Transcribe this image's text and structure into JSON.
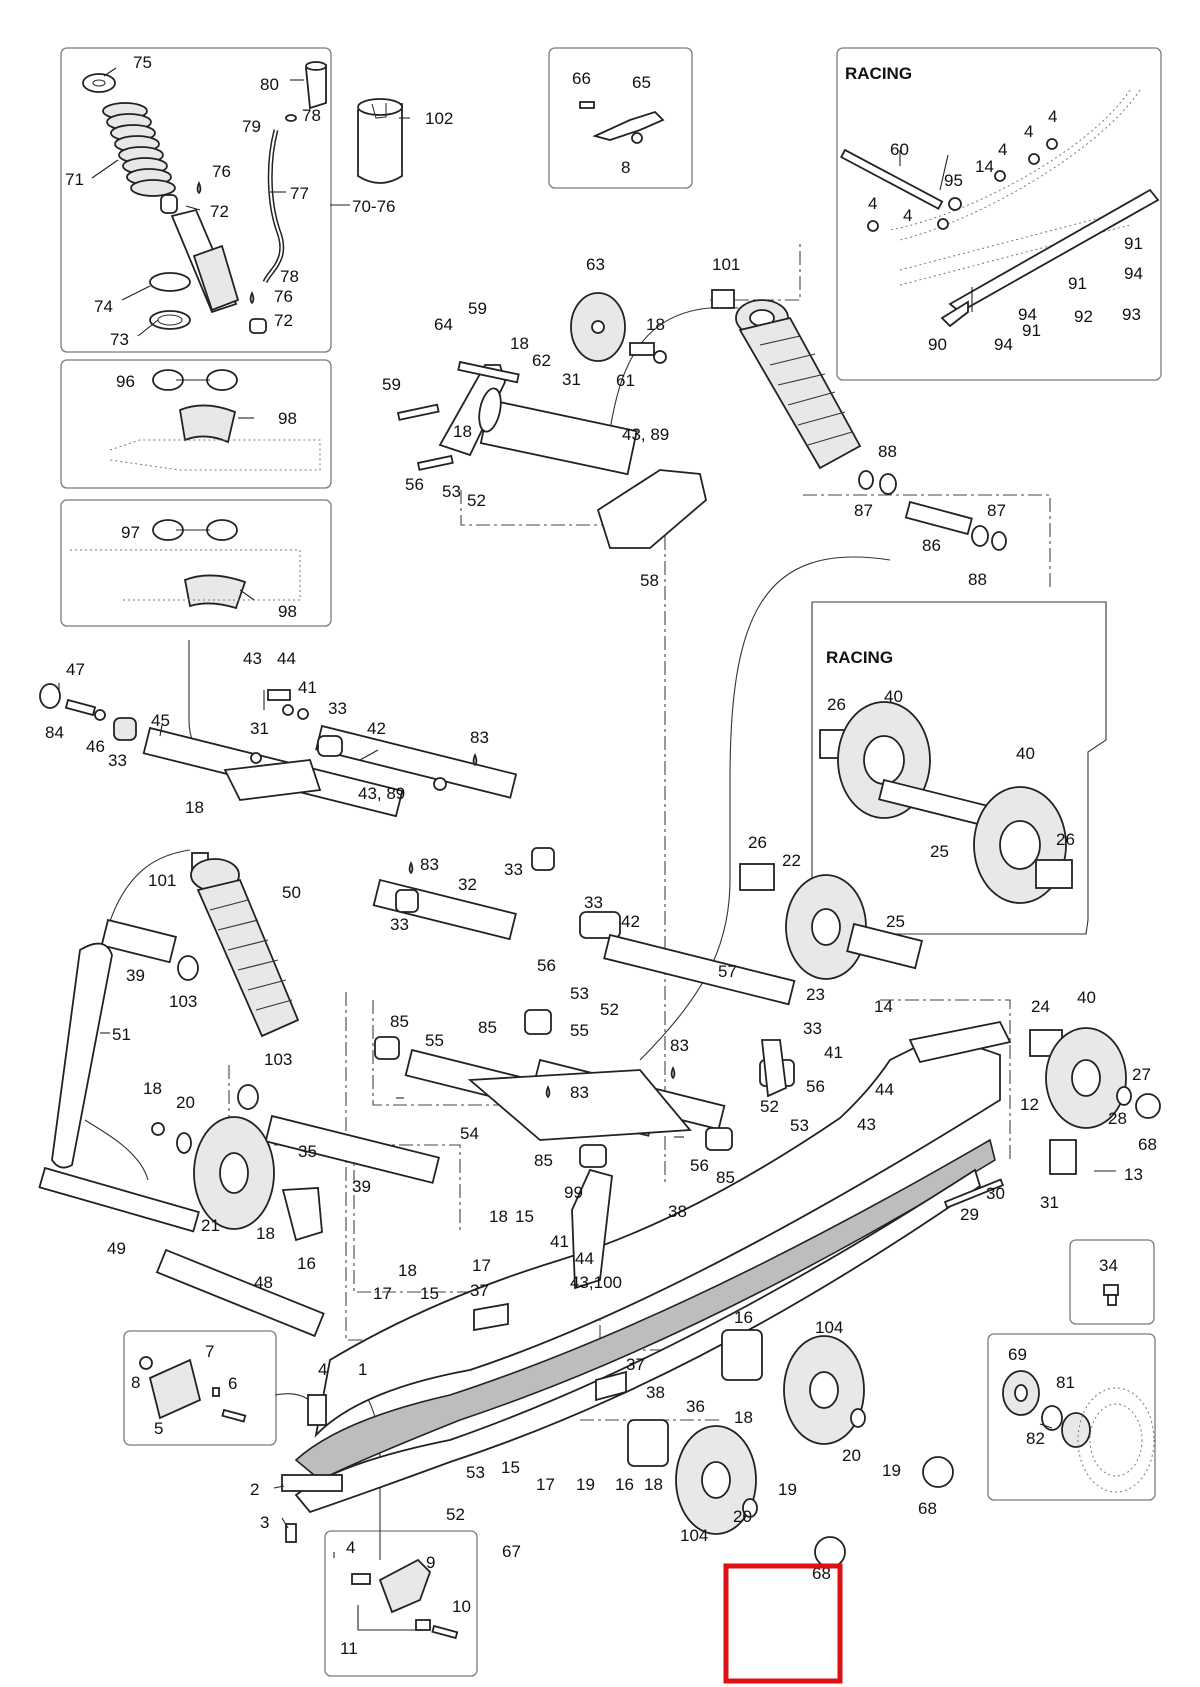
{
  "figure": {
    "racing_top": "RACING",
    "racing_mid": "RACING"
  },
  "labels": [
    {
      "id": "lbl-75",
      "text": "75"
    },
    {
      "id": "lbl-80",
      "text": "80"
    },
    {
      "id": "lbl-78a",
      "text": "78"
    },
    {
      "id": "lbl-79",
      "text": "79"
    },
    {
      "id": "lbl-102",
      "text": "102"
    },
    {
      "id": "lbl-71",
      "text": "71"
    },
    {
      "id": "lbl-76a",
      "text": "76"
    },
    {
      "id": "lbl-72a",
      "text": "72"
    },
    {
      "id": "lbl-77",
      "text": "77"
    },
    {
      "id": "lbl-70-76",
      "text": "70-76"
    },
    {
      "id": "lbl-78b",
      "text": "78"
    },
    {
      "id": "lbl-74",
      "text": "74"
    },
    {
      "id": "lbl-76b",
      "text": "76"
    },
    {
      "id": "lbl-72b",
      "text": "72"
    },
    {
      "id": "lbl-73",
      "text": "73"
    },
    {
      "id": "lbl-66",
      "text": "66"
    },
    {
      "id": "lbl-65",
      "text": "65"
    },
    {
      "id": "lbl-8a",
      "text": "8"
    },
    {
      "id": "lbl-60",
      "text": "60"
    },
    {
      "id": "lbl-95",
      "text": "95"
    },
    {
      "id": "lbl-14a",
      "text": "14"
    },
    {
      "id": "lbl-4a",
      "text": "4"
    },
    {
      "id": "lbl-4b",
      "text": "4"
    },
    {
      "id": "lbl-4c",
      "text": "4"
    },
    {
      "id": "lbl-4d",
      "text": "4"
    },
    {
      "id": "lbl-4e",
      "text": "4"
    },
    {
      "id": "lbl-91a",
      "text": "91"
    },
    {
      "id": "lbl-94a",
      "text": "94"
    },
    {
      "id": "lbl-91b",
      "text": "91"
    },
    {
      "id": "lbl-94b",
      "text": "94"
    },
    {
      "id": "lbl-92",
      "text": "92"
    },
    {
      "id": "lbl-93",
      "text": "93"
    },
    {
      "id": "lbl-90",
      "text": "90"
    },
    {
      "id": "lbl-94c",
      "text": "94"
    },
    {
      "id": "lbl-91c",
      "text": "91"
    },
    {
      "id": "lbl-96",
      "text": "96"
    },
    {
      "id": "lbl-98a",
      "text": "98"
    },
    {
      "id": "lbl-97",
      "text": "97"
    },
    {
      "id": "lbl-98b",
      "text": "98"
    },
    {
      "id": "lbl-63",
      "text": "63"
    },
    {
      "id": "lbl-101a",
      "text": "101"
    },
    {
      "id": "lbl-64",
      "text": "64"
    },
    {
      "id": "lbl-59a",
      "text": "59"
    },
    {
      "id": "lbl-18a",
      "text": "18"
    },
    {
      "id": "lbl-62",
      "text": "62"
    },
    {
      "id": "lbl-18b",
      "text": "18"
    },
    {
      "id": "lbl-61",
      "text": "61"
    },
    {
      "id": "lbl-59b",
      "text": "59"
    },
    {
      "id": "lbl-31a",
      "text": "31"
    },
    {
      "id": "lbl-18c",
      "text": "18"
    },
    {
      "id": "lbl-43-89a",
      "text": "43, 89"
    },
    {
      "id": "lbl-56a",
      "text": "56"
    },
    {
      "id": "lbl-53a",
      "text": "53"
    },
    {
      "id": "lbl-52a",
      "text": "52"
    },
    {
      "id": "lbl-58",
      "text": "58"
    },
    {
      "id": "lbl-88a",
      "text": "88"
    },
    {
      "id": "lbl-87a",
      "text": "87"
    },
    {
      "id": "lbl-87b",
      "text": "87"
    },
    {
      "id": "lbl-86",
      "text": "86"
    },
    {
      "id": "lbl-88b",
      "text": "88"
    },
    {
      "id": "lbl-47",
      "text": "47"
    },
    {
      "id": "lbl-43a",
      "text": "43"
    },
    {
      "id": "lbl-44a",
      "text": "44"
    },
    {
      "id": "lbl-41a",
      "text": "41"
    },
    {
      "id": "lbl-33a",
      "text": "33"
    },
    {
      "id": "lbl-84",
      "text": "84"
    },
    {
      "id": "lbl-46",
      "text": "46"
    },
    {
      "id": "lbl-33b",
      "text": "33"
    },
    {
      "id": "lbl-45",
      "text": "45"
    },
    {
      "id": "lbl-31b",
      "text": "31"
    },
    {
      "id": "lbl-42a",
      "text": "42"
    },
    {
      "id": "lbl-83a",
      "text": "83"
    },
    {
      "id": "lbl-43-89b",
      "text": "43, 89"
    },
    {
      "id": "lbl-18d",
      "text": "18"
    },
    {
      "id": "lbl-83b",
      "text": "83"
    },
    {
      "id": "lbl-101b",
      "text": "101"
    },
    {
      "id": "lbl-50",
      "text": "50"
    },
    {
      "id": "lbl-32",
      "text": "32"
    },
    {
      "id": "lbl-33c",
      "text": "33"
    },
    {
      "id": "lbl-33d",
      "text": "33"
    },
    {
      "id": "lbl-26a",
      "text": "26"
    },
    {
      "id": "lbl-40a",
      "text": "40"
    },
    {
      "id": "lbl-40b",
      "text": "40"
    },
    {
      "id": "lbl-26b",
      "text": "26"
    },
    {
      "id": "lbl-25a",
      "text": "25"
    },
    {
      "id": "lbl-26c",
      "text": "26"
    },
    {
      "id": "lbl-22",
      "text": "22"
    },
    {
      "id": "lbl-25b",
      "text": "25"
    },
    {
      "id": "lbl-23",
      "text": "23"
    },
    {
      "id": "lbl-33e",
      "text": "33"
    },
    {
      "id": "lbl-42b",
      "text": "42"
    },
    {
      "id": "lbl-39a",
      "text": "39"
    },
    {
      "id": "lbl-103a",
      "text": "103"
    },
    {
      "id": "lbl-56b",
      "text": "56"
    },
    {
      "id": "lbl-53b",
      "text": "53"
    },
    {
      "id": "lbl-52b",
      "text": "52"
    },
    {
      "id": "lbl-57",
      "text": "57"
    },
    {
      "id": "lbl-51",
      "text": "51"
    },
    {
      "id": "lbl-85a",
      "text": "85"
    },
    {
      "id": "lbl-55a",
      "text": "55"
    },
    {
      "id": "lbl-85b",
      "text": "85"
    },
    {
      "id": "lbl-55b",
      "text": "55"
    },
    {
      "id": "lbl-83c",
      "text": "83"
    },
    {
      "id": "lbl-33f",
      "text": "33"
    },
    {
      "id": "lbl-41b",
      "text": "41"
    },
    {
      "id": "lbl-14b",
      "text": "14"
    },
    {
      "id": "lbl-24",
      "text": "24"
    },
    {
      "id": "lbl-40c",
      "text": "40"
    },
    {
      "id": "lbl-103b",
      "text": "103"
    },
    {
      "id": "lbl-83d",
      "text": "83"
    },
    {
      "id": "lbl-56c",
      "text": "56"
    },
    {
      "id": "lbl-44b",
      "text": "44"
    },
    {
      "id": "lbl-52c",
      "text": "52"
    },
    {
      "id": "lbl-53c",
      "text": "53"
    },
    {
      "id": "lbl-43b",
      "text": "43"
    },
    {
      "id": "lbl-27",
      "text": "27"
    },
    {
      "id": "lbl-12",
      "text": "12"
    },
    {
      "id": "lbl-28",
      "text": "28"
    },
    {
      "id": "lbl-68a",
      "text": "68"
    },
    {
      "id": "lbl-18e",
      "text": "18"
    },
    {
      "id": "lbl-20a",
      "text": "20"
    },
    {
      "id": "lbl-54",
      "text": "54"
    },
    {
      "id": "lbl-35",
      "text": "35"
    },
    {
      "id": "lbl-85c",
      "text": "85"
    },
    {
      "id": "lbl-56d",
      "text": "56"
    },
    {
      "id": "lbl-85d",
      "text": "85"
    },
    {
      "id": "lbl-39b",
      "text": "39"
    },
    {
      "id": "lbl-30",
      "text": "30"
    },
    {
      "id": "lbl-13",
      "text": "13"
    },
    {
      "id": "lbl-29",
      "text": "29"
    },
    {
      "id": "lbl-31c",
      "text": "31"
    },
    {
      "id": "lbl-38a",
      "text": "38"
    },
    {
      "id": "lbl-21",
      "text": "21"
    },
    {
      "id": "lbl-18f",
      "text": "18"
    },
    {
      "id": "lbl-16a",
      "text": "16"
    },
    {
      "id": "lbl-99",
      "text": "99"
    },
    {
      "id": "lbl-18g",
      "text": "18"
    },
    {
      "id": "lbl-15a",
      "text": "15"
    },
    {
      "id": "lbl-41c",
      "text": "41"
    },
    {
      "id": "lbl-44c",
      "text": "44"
    },
    {
      "id": "lbl-17a",
      "text": "17"
    },
    {
      "id": "lbl-43-100",
      "text": "43,100"
    },
    {
      "id": "lbl-34",
      "text": "34"
    },
    {
      "id": "lbl-49",
      "text": "49"
    },
    {
      "id": "lbl-48",
      "text": "48"
    },
    {
      "id": "lbl-18h",
      "text": "18"
    },
    {
      "id": "lbl-17b",
      "text": "17"
    },
    {
      "id": "lbl-15b",
      "text": "15"
    },
    {
      "id": "lbl-37a",
      "text": "37"
    },
    {
      "id": "lbl-16b",
      "text": "16"
    },
    {
      "id": "lbl-104a",
      "text": "104"
    },
    {
      "id": "lbl-7",
      "text": "7"
    },
    {
      "id": "lbl-8b",
      "text": "8"
    },
    {
      "id": "lbl-6",
      "text": "6"
    },
    {
      "id": "lbl-5",
      "text": "5"
    },
    {
      "id": "lbl-4f",
      "text": "4"
    },
    {
      "id": "lbl-1",
      "text": "1"
    },
    {
      "id": "lbl-37b",
      "text": "37"
    },
    {
      "id": "lbl-38b",
      "text": "38"
    },
    {
      "id": "lbl-36",
      "text": "36"
    },
    {
      "id": "lbl-18i",
      "text": "18"
    },
    {
      "id": "lbl-69",
      "text": "69"
    },
    {
      "id": "lbl-81",
      "text": "81"
    },
    {
      "id": "lbl-82",
      "text": "82"
    },
    {
      "id": "lbl-20b",
      "text": "20"
    },
    {
      "id": "lbl-19a",
      "text": "19"
    },
    {
      "id": "lbl-68b",
      "text": "68"
    },
    {
      "id": "lbl-2",
      "text": "2"
    },
    {
      "id": "lbl-53d",
      "text": "53"
    },
    {
      "id": "lbl-15c",
      "text": "15"
    },
    {
      "id": "lbl-17c",
      "text": "17"
    },
    {
      "id": "lbl-19b",
      "text": "19"
    },
    {
      "id": "lbl-16c",
      "text": "16"
    },
    {
      "id": "lbl-18j",
      "text": "18"
    },
    {
      "id": "lbl-19c",
      "text": "19"
    },
    {
      "id": "lbl-3",
      "text": "3"
    },
    {
      "id": "lbl-52d",
      "text": "52"
    },
    {
      "id": "lbl-67",
      "text": "67"
    },
    {
      "id": "lbl-20c",
      "text": "20"
    },
    {
      "id": "lbl-104b",
      "text": "104"
    },
    {
      "id": "lbl-68c",
      "text": "68"
    },
    {
      "id": "lbl-4g",
      "text": "4"
    },
    {
      "id": "lbl-9",
      "text": "9"
    },
    {
      "id": "lbl-10",
      "text": "10"
    },
    {
      "id": "lbl-11",
      "text": "11"
    }
  ],
  "colors": {
    "highlight": "#dd1111",
    "line": "#222222"
  }
}
